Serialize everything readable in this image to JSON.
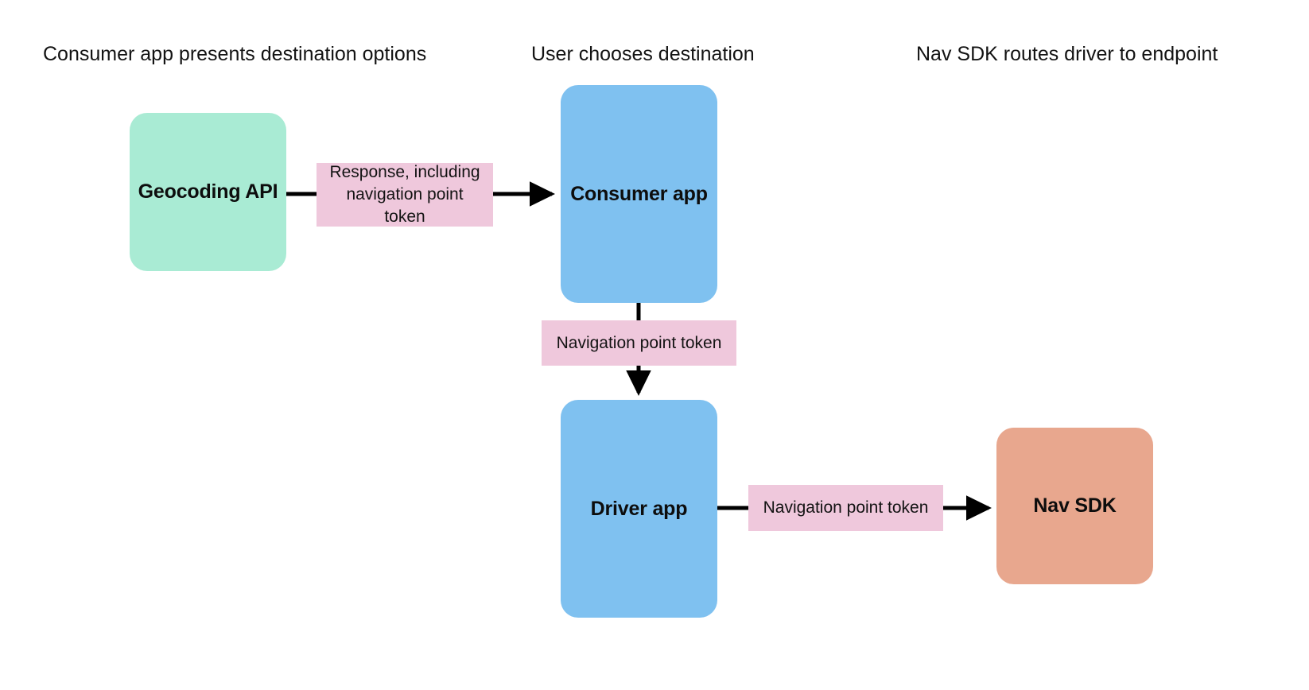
{
  "diagram": {
    "title_headers": [
      {
        "id": "consumer",
        "text": "Consumer app presents destination options"
      },
      {
        "id": "user",
        "text": "User chooses destination"
      },
      {
        "id": "navsdk",
        "text": "Nav SDK routes driver to endpoint"
      }
    ],
    "nodes": [
      {
        "id": "geocoding",
        "label": "Geocoding API",
        "color": "#a9ebd4"
      },
      {
        "id": "consumer_app",
        "label": "Consumer app",
        "color": "#7fc1f0"
      },
      {
        "id": "driver_app",
        "label": "Driver app",
        "color": "#7fc1f0"
      },
      {
        "id": "nav_sdk",
        "label": "Nav SDK",
        "color": "#e8a78e"
      }
    ],
    "edges": [
      {
        "id": "geocoding_to_consumer",
        "from": "geocoding",
        "to": "consumer_app",
        "label": "Response, including\nnavigation point\ntoken",
        "label_color": "#efc8dc",
        "direction": "right"
      },
      {
        "id": "consumer_to_driver",
        "from": "consumer_app",
        "to": "driver_app",
        "label": "Navigation point token",
        "label_color": "#efc8dc",
        "direction": "down"
      },
      {
        "id": "driver_to_navsdk",
        "from": "driver_app",
        "to": "nav_sdk",
        "label": "Navigation point token",
        "label_color": "#efc8dc",
        "direction": "right"
      }
    ],
    "colors": {
      "background": "#ffffff",
      "arrow": "#000000",
      "text": "#131313"
    }
  }
}
